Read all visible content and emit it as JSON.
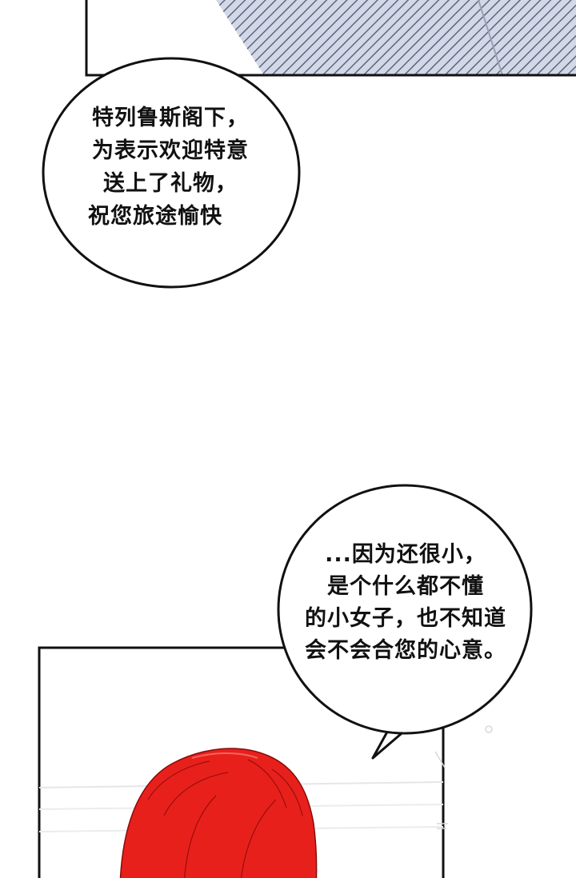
{
  "bubbles": [
    {
      "lines": [
        "特列鲁斯阁下，",
        "为表示欢迎特意",
        "送上了礼物，",
        "祝您旅途愉快"
      ]
    },
    {
      "lines": [
        "...因为还很小，",
        "是个什么都不懂",
        "的小女子，也不知道",
        "会不会合您的心意。"
      ]
    }
  ],
  "colors": {
    "background": "#ffffff",
    "ink": "#111111",
    "hair": "#e8201c",
    "hair_shadow": "#b5100e",
    "stripe_panel": "#c9cfe0",
    "stripe_lines": "#6a7290"
  }
}
